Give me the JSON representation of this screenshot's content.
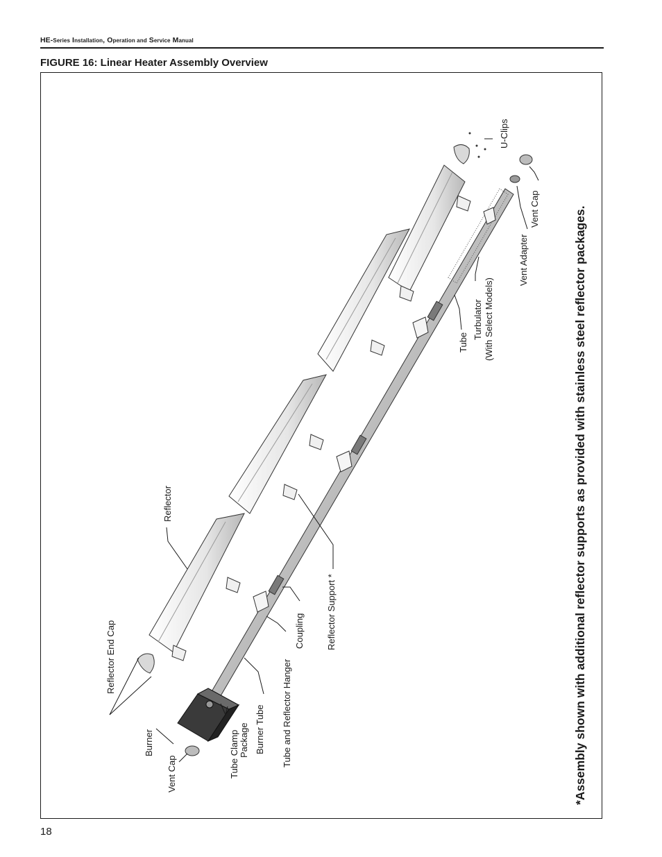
{
  "header": {
    "manual_title_h": "HE-",
    "manual_title_series": "Series",
    "manual_title_i": " I",
    "manual_title_installation": "nstallation",
    "manual_title_o": ", O",
    "manual_title_operation": "peration and",
    "manual_title_s": " S",
    "manual_title_service": "ervice",
    "manual_title_m": " M",
    "manual_title_manual": "anual"
  },
  "figure": {
    "caption": "FIGURE 16: Linear Heater Assembly Overview",
    "labels": {
      "reflector_end_cap": "Reflector End Cap",
      "burner": "Burner",
      "vent_cap_left": "Vent Cap",
      "tube_clamp_1": "Tube Clamp",
      "tube_clamp_2": "Package",
      "burner_tube": "Burner Tube",
      "tube_and_reflector_hanger": "Tube and Reflector Hanger",
      "coupling": "Coupling",
      "reflector_support": "Reflector Support *",
      "reflector": "Reflector",
      "tube": "Tube",
      "turbulator_1": "Turbulator",
      "turbulator_2": "(With Select Models)",
      "vent_adapter": "Vent Adapter",
      "vent_cap_right": "Vent Cap",
      "u_clips": "U-Clips"
    },
    "note": "*Assembly shown with additional reflector supports as provided with stainless steel reflector packages."
  },
  "page_number": "18"
}
